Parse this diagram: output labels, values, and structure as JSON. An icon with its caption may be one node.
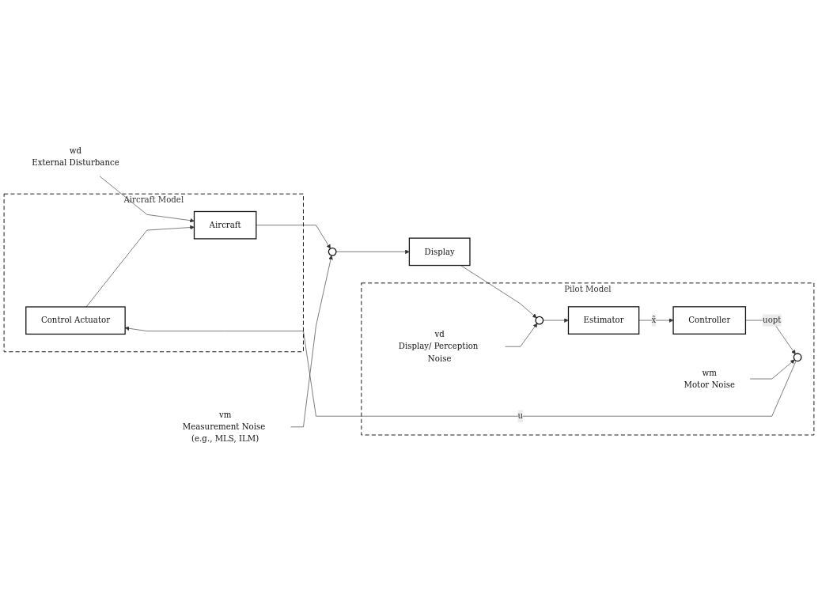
{
  "diagram": {
    "nodes": [
      {
        "text": [
          "Aircraft Model"
        ]
      },
      {
        "text": [
          "Control Actuator"
        ],
        "in": 0
      },
      {
        "text": [
          "Aircraft"
        ],
        "in": 0
      },
      {
        "text": [],
        "shape": "circle"
      },
      {
        "text": [
          "Display"
        ]
      },
      {
        "text": [
          "Pilot Model"
        ]
      },
      {
        "text": [
          "Controller"
        ],
        "in": 5
      },
      {
        "text": [
          "Estimator"
        ],
        "in": 5
      },
      {
        "text": [],
        "shape": "circle",
        "in": 5
      },
      {
        "text": [],
        "shape": "circle",
        "in": 5
      },
      {
        "text": [
          "wd"
        ],
        "beside": [
          "External Disturbance"
        ]
      },
      {
        "text": [
          "vm"
        ],
        "beside": [
          "Measurement Noise (e.g., MLS, ILM)"
        ]
      },
      {
        "text": [
          "vd"
        ],
        "beside": [
          "Display/ Perception Noise"
        ],
        "in": 5
      },
      {
        "text": [
          "wm"
        ],
        "beside": [
          "Motor Noise"
        ],
        "in": 5
      }
    ],
    "edges": [
      {
        "from": 10,
        "to": 2,
        "arrow": "to"
      },
      {
        "from": 1,
        "to": 2,
        "arrow": "to"
      },
      {
        "from": 2,
        "to": 3,
        "arrow": "to"
      },
      {
        "from": 11,
        "to": 3,
        "arrow": "to"
      },
      {
        "from": 3,
        "to": 4,
        "arrow": "to"
      },
      {
        "from": 4,
        "to": 9,
        "arrow": "to"
      },
      {
        "from": 12,
        "to": 9,
        "arrow": "to"
      },
      {
        "from": 9,
        "to": 7,
        "arrow": "to"
      },
      {
        "from": 7,
        "to": 6,
        "arrow": "to",
        "label": "x̂"
      },
      {
        "from": 6,
        "to": 8,
        "arrow": "to",
        "label": "uopt"
      },
      {
        "from": 13,
        "to": 8,
        "arrow": "to"
      },
      {
        "from": 8,
        "to": 1,
        "arrow": "to",
        "label": "u"
      }
    ]
  }
}
